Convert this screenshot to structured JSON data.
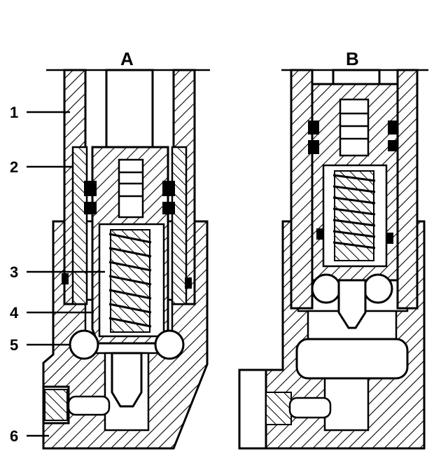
{
  "views": [
    {
      "id": "A",
      "title": "A"
    },
    {
      "id": "B",
      "title": "B"
    }
  ],
  "callouts": [
    "1",
    "2",
    "3",
    "4",
    "5",
    "6"
  ],
  "colors": {
    "ink": "#000000",
    "paper": "#ffffff"
  }
}
